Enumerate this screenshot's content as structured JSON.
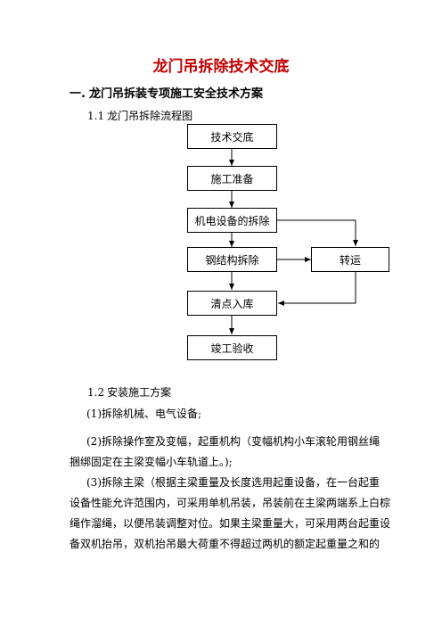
{
  "doc": {
    "title": "龙门吊拆除技术交底",
    "section1": {
      "number": "一.",
      "title": "龙门吊拆装专项施工安全技术方案"
    },
    "section1_1": {
      "number": "1.1",
      "title": "龙门吊拆除流程图"
    },
    "flowchart": {
      "steps": [
        "技术交底",
        "施工准备",
        "机电设备的拆除",
        "钢结构拆除",
        "清点入库",
        "竣工验收"
      ],
      "side": "转运"
    },
    "section1_2": {
      "number": "1.2",
      "title": "安装施工方案"
    },
    "items": [
      [
        "(1)拆除机械、电气设备;"
      ],
      [
        "(2)拆除操作室及变幅，起重机构（变幅机构小车滚轮用钢丝绳",
        "捆绑固定在主梁变幅小车轨道上。);"
      ],
      [
        "(3)拆除主梁（根据主梁重量及长度选用起重设备，在一台起重",
        "设备性能允许范围内，可采用单机吊装，吊装前在主梁两端系上白棕",
        "绳作溜绳，以便吊装调整对位。如果主梁重量大，可采用两台起重设",
        "备双机抬吊，双机抬吊最大荷重不得超过两机的额定起重量之和的"
      ]
    ]
  }
}
